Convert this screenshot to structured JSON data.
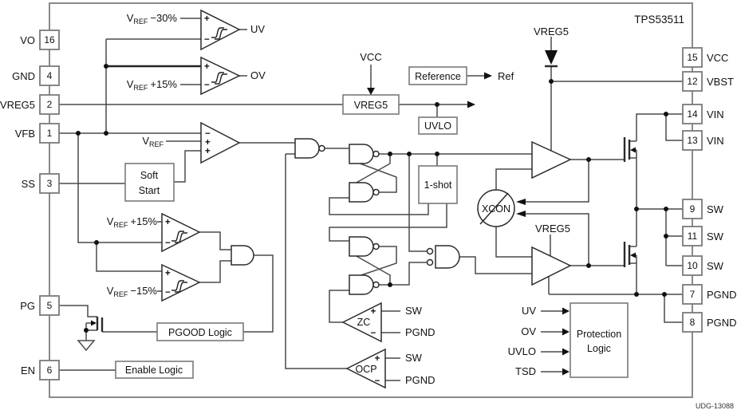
{
  "title": "TPS53511",
  "diagram_code": "UDG-13088",
  "colors": {
    "wire": "#4a4a4a",
    "outline": "#2b2b2b",
    "box_stroke": "#7a7a7a",
    "text": "#111111",
    "background": "#ffffff"
  },
  "pins": {
    "left": [
      {
        "name": "VO",
        "num": "16"
      },
      {
        "name": "GND",
        "num": "4"
      },
      {
        "name": "VREG5",
        "num": "2"
      },
      {
        "name": "VFB",
        "num": "1"
      },
      {
        "name": "SS",
        "num": "3"
      },
      {
        "name": "PG",
        "num": "5"
      },
      {
        "name": "EN",
        "num": "6"
      }
    ],
    "right": [
      {
        "num": "15",
        "name": "VCC"
      },
      {
        "num": "12",
        "name": "VBST"
      },
      {
        "num": "14",
        "name": "VIN"
      },
      {
        "num": "13",
        "name": "VIN"
      },
      {
        "num": "9",
        "name": "SW"
      },
      {
        "num": "11",
        "name": "SW"
      },
      {
        "num": "10",
        "name": "SW"
      },
      {
        "num": "7",
        "name": "PGND"
      },
      {
        "num": "8",
        "name": "PGND"
      }
    ]
  },
  "thresholds": {
    "uv": {
      "v": "V",
      "sub": "REF",
      "rest": "−30%"
    },
    "ov": {
      "v": "V",
      "sub": "REF",
      "rest": "+15%"
    },
    "ref": {
      "v": "V",
      "sub": "REF",
      "rest": ""
    },
    "pg_high": {
      "v": "V",
      "sub": "REF",
      "rest": "+15%"
    },
    "pg_low": {
      "v": "V",
      "sub": "REF",
      "rest": "−15%"
    }
  },
  "signals": {
    "uv": "UV",
    "ov": "OV",
    "vcc": "VCC",
    "ref": "Ref",
    "vreg5_bst": "VREG5",
    "vreg5_drv": "VREG5",
    "zc_sw": "SW",
    "zc_pgnd": "PGND",
    "ocp_sw": "SW",
    "ocp_pgnd": "PGND"
  },
  "blocks": {
    "vreg5": "VREG5",
    "reference": "Reference",
    "uvlo": "UVLO",
    "one_shot": "1-shot",
    "soft_start": [
      "Soft",
      "Start"
    ],
    "pgood": "PGOOD Logic",
    "enable": "Enable Logic",
    "protection": [
      "Protection",
      "Logic"
    ],
    "xcon": "XCON"
  },
  "comparators": {
    "zc": "ZC",
    "ocp": "OCP"
  },
  "protection_inputs": [
    "UV",
    "OV",
    "UVLO",
    "TSD"
  ],
  "signs": {
    "plus": "+",
    "minus": "−"
  }
}
